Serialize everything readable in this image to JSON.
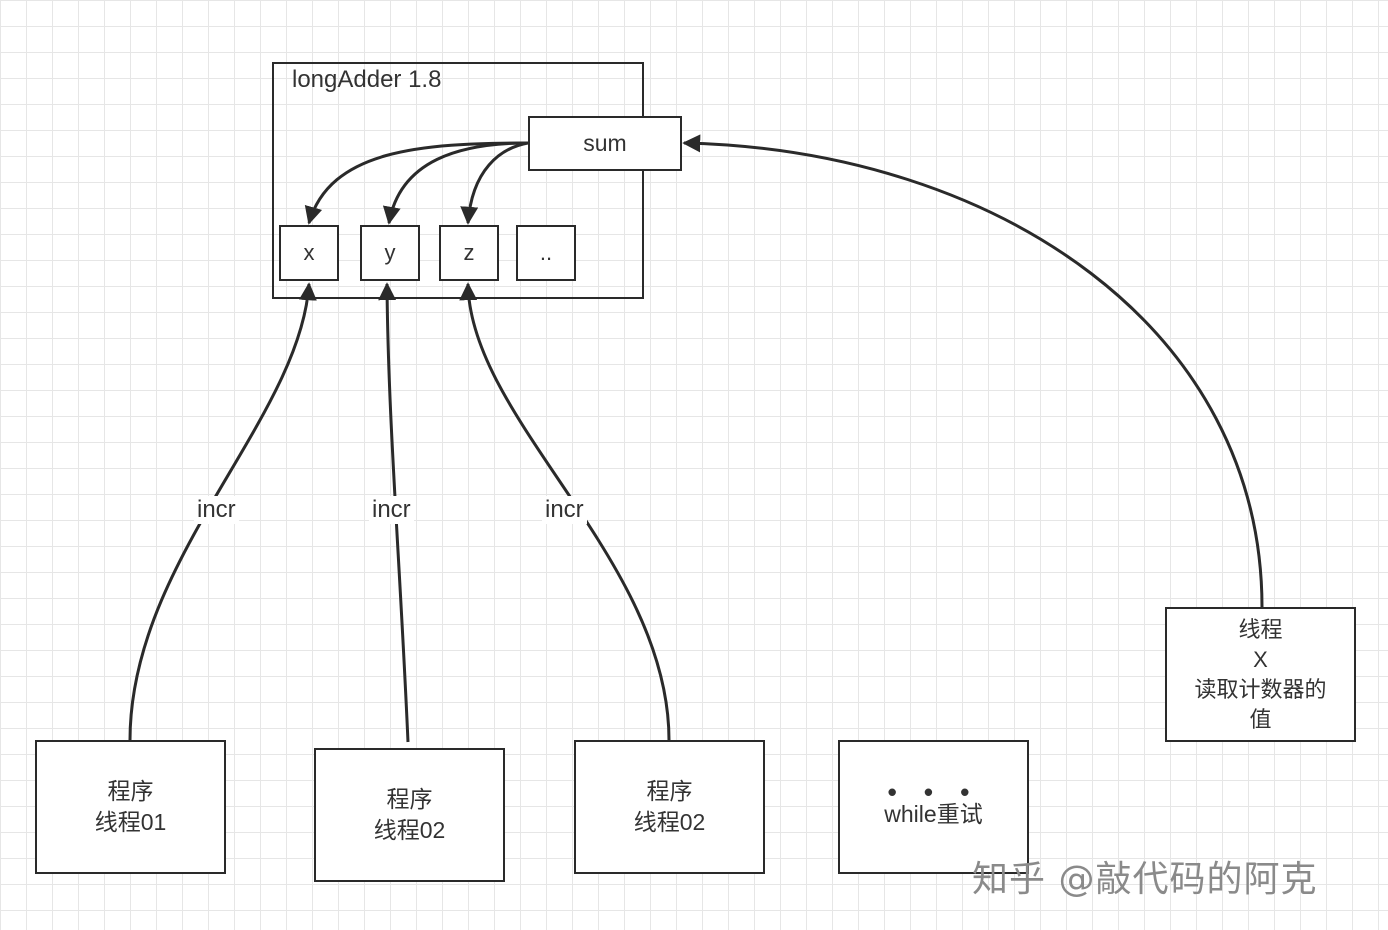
{
  "container": {
    "title": "longAdder 1.8"
  },
  "sum": {
    "label": "sum"
  },
  "cells": {
    "x": "x",
    "y": "y",
    "z": "z",
    "more": ".."
  },
  "edges": {
    "incr1": "incr",
    "incr2": "incr",
    "incr3": "incr"
  },
  "threads": {
    "t1": {
      "line1": "程序",
      "line2": "线程01"
    },
    "t2": {
      "line1": "程序",
      "line2": "线程02"
    },
    "t3": {
      "line1": "程序",
      "line2": "线程02"
    },
    "t4": {
      "dots": "• • •",
      "line2": "while重试"
    }
  },
  "reader": {
    "line1": "线程",
    "line2": "X",
    "line3": "读取计数器的",
    "line4": "值"
  },
  "watermark": "知乎 @敲代码的阿克",
  "colors": {
    "stroke": "#2a2a2a",
    "grid": "#e6e6e6",
    "watermark": "#8a8a8a"
  }
}
